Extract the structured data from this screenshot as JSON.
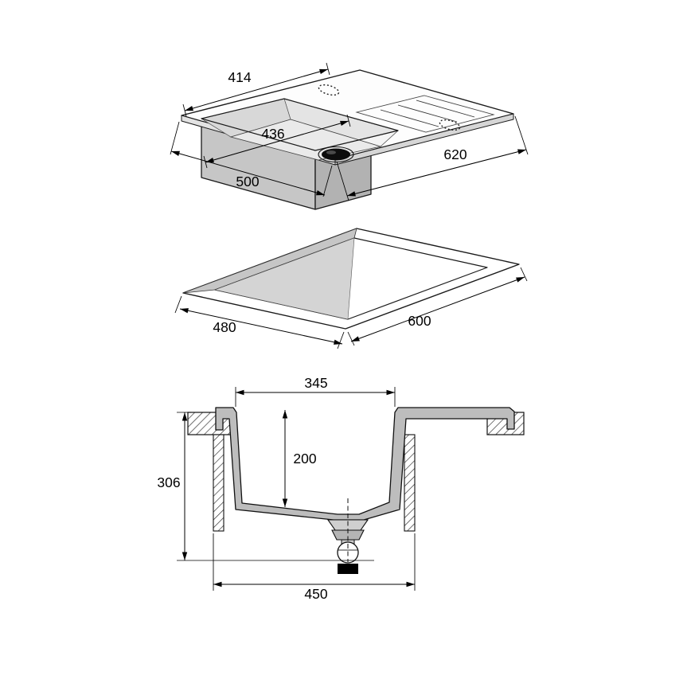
{
  "views": {
    "isometric": {
      "dims": {
        "rim_width": "414",
        "bowl_width": "436",
        "overall_length": "620",
        "overall_depth": "500"
      }
    },
    "cutout": {
      "dims": {
        "depth": "480",
        "length": "600"
      }
    },
    "section": {
      "dims": {
        "bowl_top_width": "345",
        "bowl_depth": "200",
        "overall_height": "306",
        "cabinet_width": "450"
      }
    }
  },
  "colors": {
    "line": "#1a1a1a",
    "body_gray": "#c6c6c6",
    "shade_gray": "#b2b2b2",
    "drain_black": "#0d0d0d",
    "background": "#ffffff"
  }
}
